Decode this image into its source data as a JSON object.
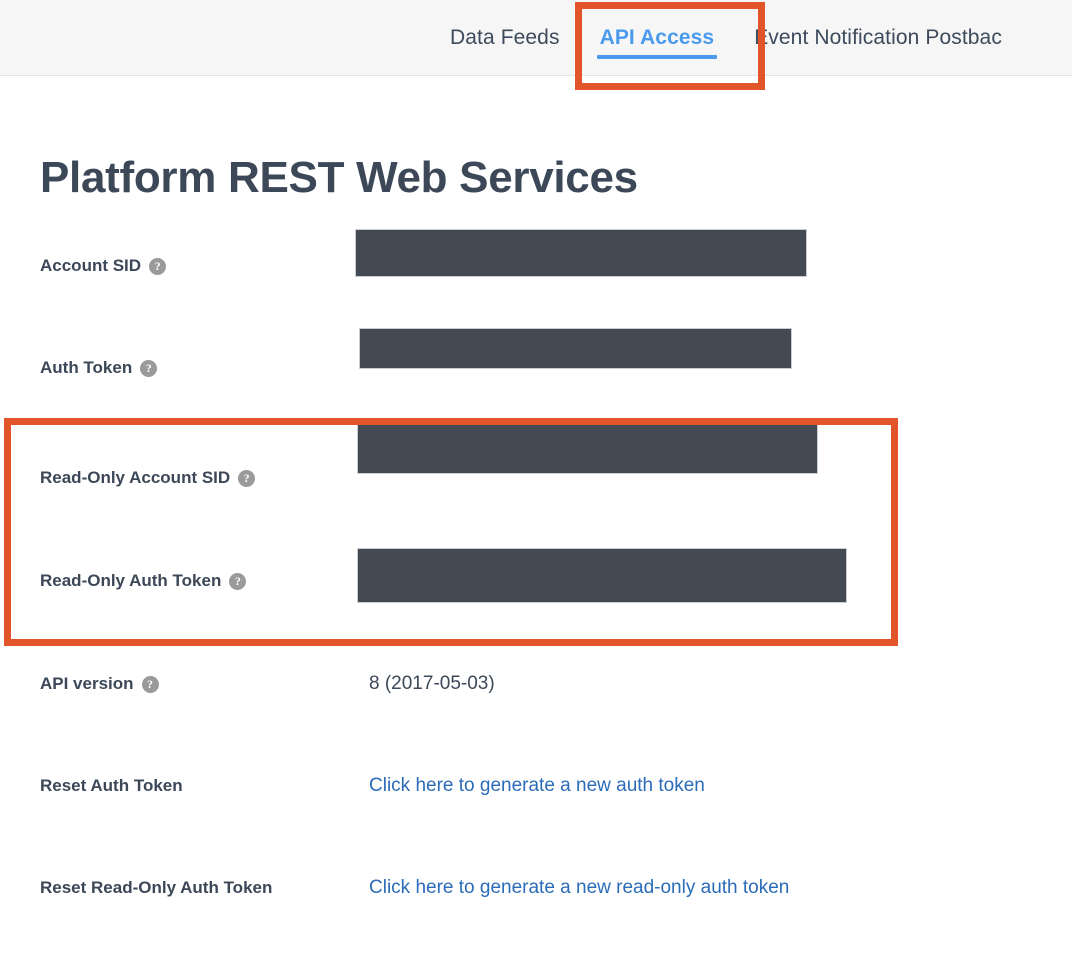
{
  "tabbar": {
    "tabs": [
      {
        "label": "Data Feeds",
        "active": false
      },
      {
        "label": "API Access",
        "active": true
      },
      {
        "label": "Event Notification Postbac",
        "active": false
      }
    ]
  },
  "page": {
    "title": "Platform REST Web Services"
  },
  "fields": [
    {
      "label": "Account SID",
      "help_icon": "help-circle-icon",
      "value_type": "redacted",
      "value": ""
    },
    {
      "label": "Auth Token",
      "help_icon": "help-circle-icon",
      "value_type": "redacted",
      "value": ""
    },
    {
      "label": "Read-Only Account SID",
      "help_icon": "help-circle-icon",
      "value_type": "redacted",
      "value": ""
    },
    {
      "label": "Read-Only Auth Token",
      "help_icon": "help-circle-icon",
      "value_type": "redacted",
      "value": ""
    },
    {
      "label": "API version",
      "help_icon": "help-circle-icon",
      "value_type": "text",
      "value": "8 (2017-05-03)"
    },
    {
      "label": "Reset Auth Token",
      "help_icon": null,
      "value_type": "link",
      "value": "Click here to generate a new auth token"
    },
    {
      "label": "Reset Read-Only Auth Token",
      "help_icon": null,
      "value_type": "link",
      "value": "Click here to generate a new read-only auth token"
    }
  ],
  "annotations": [
    {
      "name": "api-access-tab-highlight",
      "color": "#e2552b"
    },
    {
      "name": "read-only-credentials-highlight",
      "color": "#e2552b"
    }
  ],
  "colors": {
    "accent_blue": "#4a9aed",
    "link_blue": "#2b6cb8",
    "annotation_orange": "#e2552b",
    "text_dark": "#3c4858",
    "redaction": "#434a53",
    "tabbar_bg": "#f6f6f6"
  },
  "help_glyph": "?"
}
